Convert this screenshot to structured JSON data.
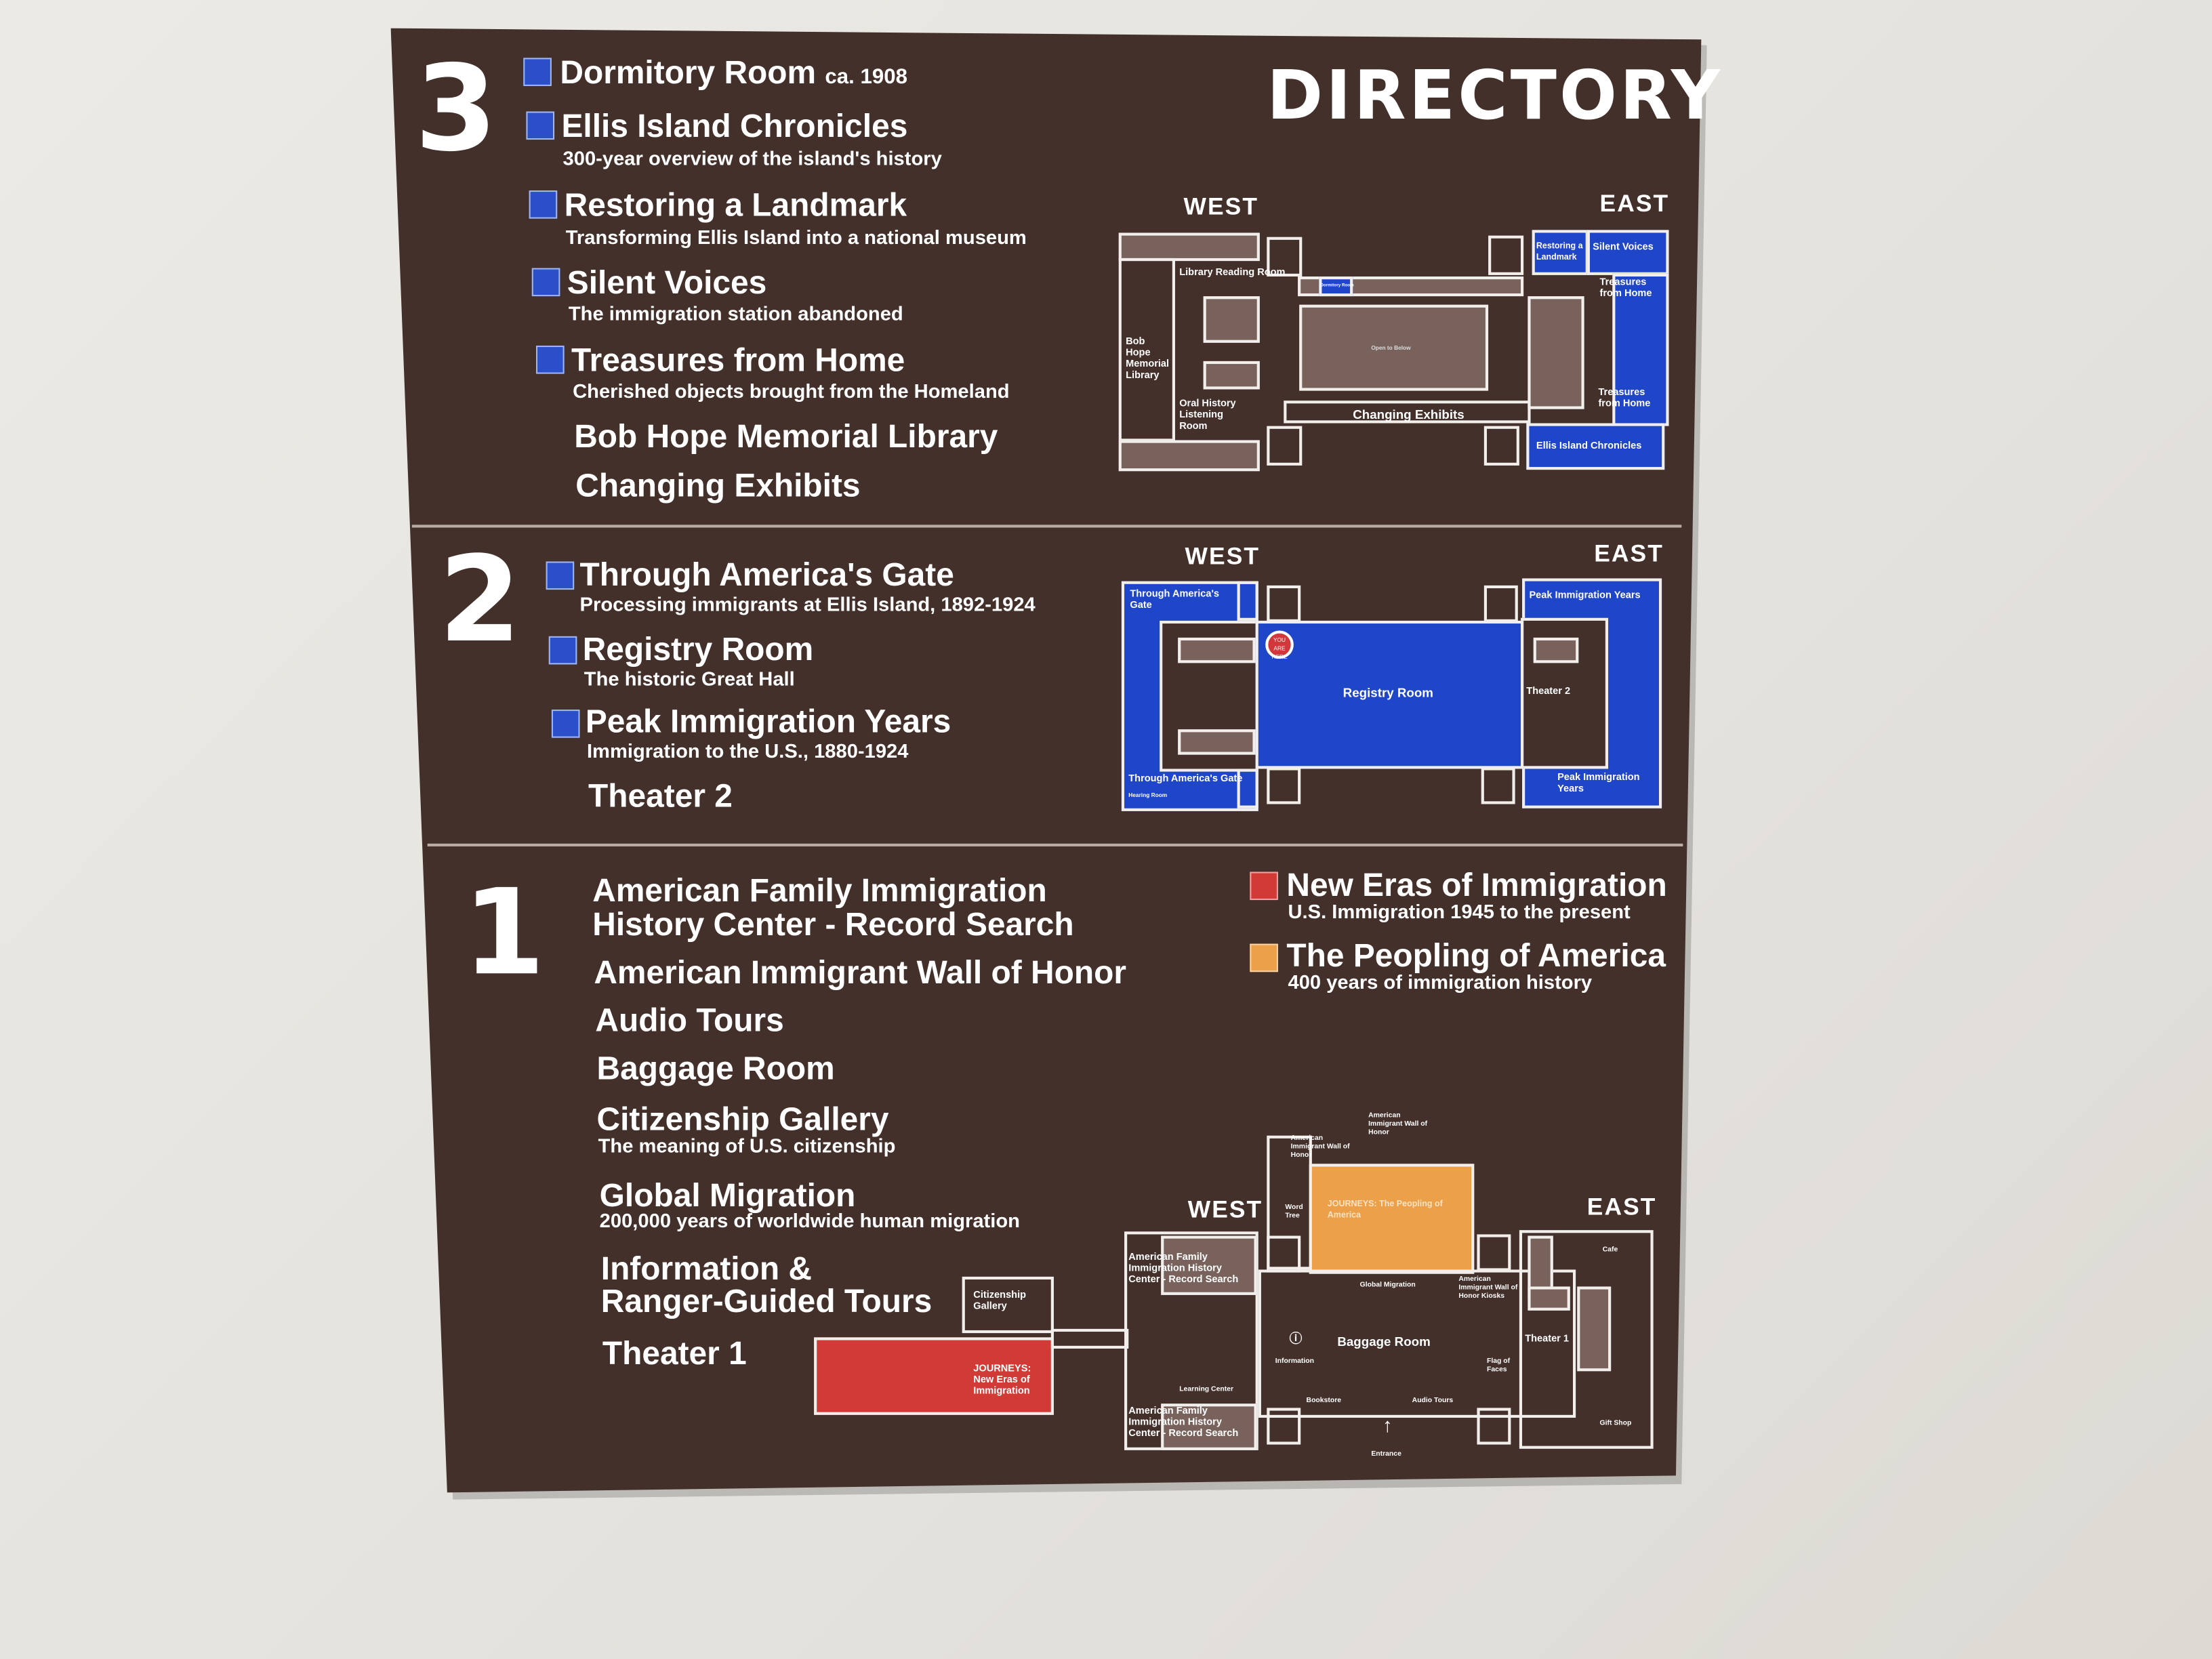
{
  "title": "DIRECTORY",
  "colors": {
    "sign": "#44302a",
    "blue": "#1f45c9",
    "red": "#d23a36",
    "orange": "#eda04a"
  },
  "floors": {
    "f3": {
      "number": "3",
      "items": [
        {
          "label": "Dormitory Room",
          "suffix": "ca. 1908"
        },
        {
          "label": "Ellis Island Chronicles",
          "sub": "300-year overview of the island's history"
        },
        {
          "label": "Restoring a Landmark",
          "sub": "Transforming Ellis Island into a national museum"
        },
        {
          "label": "Silent Voices",
          "sub": "The immigration station abandoned"
        },
        {
          "label": "Treasures from Home",
          "sub": "Cherished objects brought from the Homeland"
        },
        {
          "label": "Bob Hope Memorial Library"
        },
        {
          "label": "Changing Exhibits"
        }
      ],
      "map": {
        "west": "WEST",
        "east": "EAST",
        "labels": {
          "library_reading": "Library Reading Room",
          "bob_hope": "Bob Hope Memorial Library",
          "oral_history": "Oral History Listening Room",
          "dormitory": "Dormitory Room",
          "open_below": "Open to Below",
          "changing": "Changing Exhibits",
          "restoring": "Restoring a Landmark",
          "silent": "Silent Voices",
          "treasures1": "Treasures from Home",
          "treasures2": "Treasures from Home",
          "chronicles": "Ellis Island Chronicles"
        }
      }
    },
    "f2": {
      "number": "2",
      "items": [
        {
          "label": "Through America's Gate",
          "sub": "Processing immigrants at Ellis Island, 1892-1924"
        },
        {
          "label": "Registry Room",
          "sub": "The historic Great Hall"
        },
        {
          "label": "Peak Immigration Years",
          "sub": "Immigration to the U.S., 1880-1924"
        },
        {
          "label": "Theater 2"
        }
      ],
      "map": {
        "west": "WEST",
        "east": "EAST",
        "labels": {
          "tag1": "Through America's Gate",
          "tag2": "Through America's Gate",
          "hearing": "Hearing Room",
          "registry": "Registry Room",
          "you_are_here": "YOU ARE HERE",
          "theater2": "Theater 2",
          "peak1": "Peak Immigration Years",
          "peak2": "Peak Immigration Years"
        }
      }
    },
    "f1": {
      "number": "1",
      "items": [
        {
          "label": "American Family Immigration"
        },
        {
          "label": "History Center  - Record Search"
        },
        {
          "label": "American Immigrant Wall of Honor"
        },
        {
          "label": "Audio Tours"
        },
        {
          "label": "Baggage Room"
        },
        {
          "label": "Citizenship Gallery",
          "sub": "The meaning of U.S. citizenship"
        },
        {
          "label": "Global Migration",
          "sub": "200,000 years of worldwide human migration"
        },
        {
          "label": "Information &"
        },
        {
          "label": "Ranger-Guided Tours"
        },
        {
          "label": "Theater 1"
        }
      ],
      "legend": [
        {
          "label": "New Eras of Immigration",
          "sub": "U.S. Immigration 1945 to the present"
        },
        {
          "label": "The Peopling of America",
          "sub": "400 years of immigration history"
        }
      ],
      "map": {
        "west": "WEST",
        "east": "EAST",
        "labels": {
          "wall1": "American Immigrant Wall of Honor",
          "wall2": "American Immigrant Wall of Honor",
          "word_tree": "Word Tree",
          "journeys_peopling": "JOURNEYS: The Peopling of America",
          "afihc1": "American Family Immigration History Center - Record Search",
          "afihc2": "American Family Immigration History Center - Record Search",
          "global": "Global Migration",
          "kiosks": "American Immigrant Wall of Honor Kiosks",
          "baggage": "Baggage Room",
          "information": "Information",
          "theater1": "Theater 1",
          "flag": "Flag of Faces",
          "learning": "Learning Center",
          "bookstore": "Bookstore",
          "audio": "Audio Tours",
          "entrance": "Entrance",
          "cafe": "Cafe",
          "gift": "Gift Shop",
          "citizenship": "Citizenship Gallery",
          "journeys_new": "JOURNEYS: New Eras of Immigration"
        }
      }
    }
  }
}
